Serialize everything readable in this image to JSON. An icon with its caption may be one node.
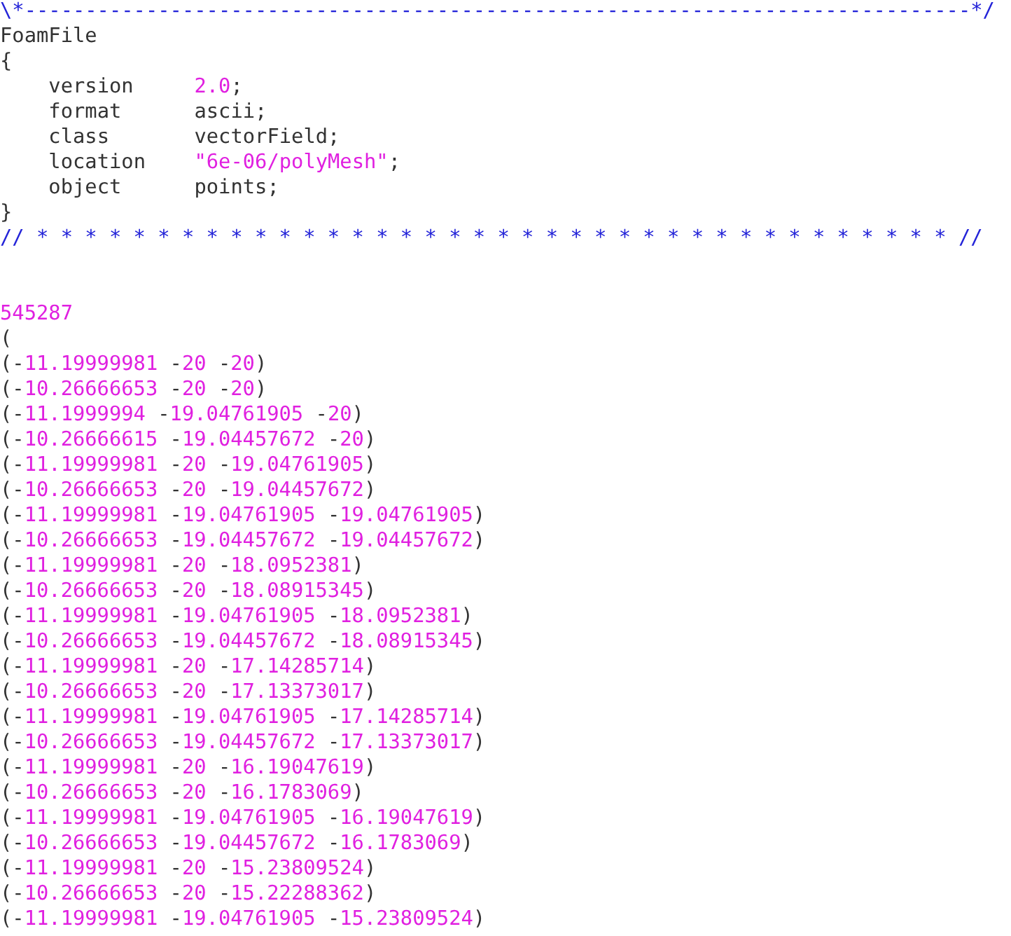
{
  "diagram": {
    "labels": [
      "\\*------------------------------------------------------------------------------*/",
      "FoamFile",
      "{",
      "version",
      "2.0;",
      "format",
      "ascii;",
      "class",
      "vectorField;",
      "location",
      "\"6e-06/polyMesh\";",
      "object",
      "points;",
      "}",
      "// * * * * * * * * * * * * * * * * * * * * * * * * * * * * * * * * * * * * * * //",
      "545287",
      "(",
      "(-11.19999981 -20 -20)",
      "(-10.26666653 -20 -20)",
      "(-11.1999994 -19.04761905 -20)",
      "(-10.26666615 -19.04457672 -20)",
      "(-11.19999981 -20 -19.04761905)",
      "(-10.26666653 -20 -19.04457672)",
      "(-11.19999981 -19.04761905 -19.04761905)",
      "(-10.26666653 -19.04457672 -19.04457672)",
      "(-11.19999981 -20 -18.0952381)",
      "(-10.26666653 -20 -18.08915345)",
      "(-11.19999981 -19.04761905 -18.0952381)",
      "(-10.26666653 -19.04457672 -18.08915345)",
      "(-11.19999981 -20 -17.14285714)",
      "(-10.26666653 -20 -17.13373017)",
      "(-11.19999981 -19.04761905 -17.14285714)",
      "(-10.26666653 -19.04457672 -17.13373017)",
      "(-11.19999981 -20 -16.19047619)",
      "(-10.26666653 -20 -16.1783069)",
      "(-11.19999981 -19.04761905 -16.19047619)",
      "(-10.26666653 -19.04457672 -16.1783069)",
      "(-11.19999981 -20 -15.23809524)",
      "(-10.26666653 -20 -15.22288362)",
      "(-11.19999981 -19.04761905 -15.23809524)"
    ]
  }
}
